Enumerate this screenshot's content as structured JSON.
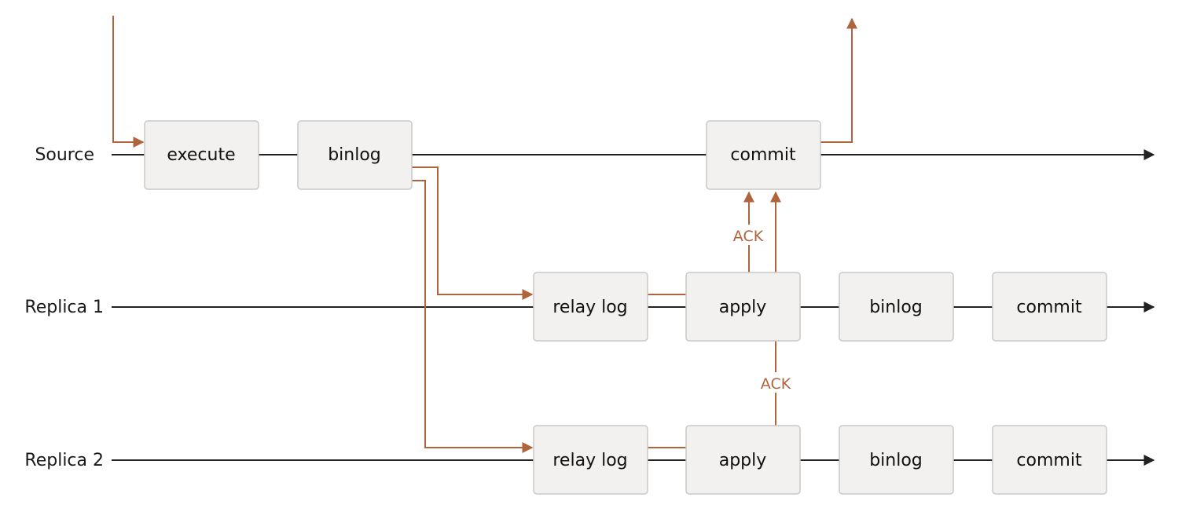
{
  "colors": {
    "timeline": "#222222",
    "flow": "#b0643c",
    "box_fill": "#f2f1ef",
    "box_stroke": "#c9c9c9"
  },
  "lanes": [
    {
      "label": "Source",
      "boxes": [
        "execute",
        "binlog",
        "commit"
      ]
    },
    {
      "label": "Replica 1",
      "boxes": [
        "relay log",
        "apply",
        "binlog",
        "commit"
      ]
    },
    {
      "label": "Replica 2",
      "boxes": [
        "relay log",
        "apply",
        "binlog",
        "commit"
      ]
    }
  ],
  "ack_labels": [
    "ACK",
    "ACK"
  ]
}
